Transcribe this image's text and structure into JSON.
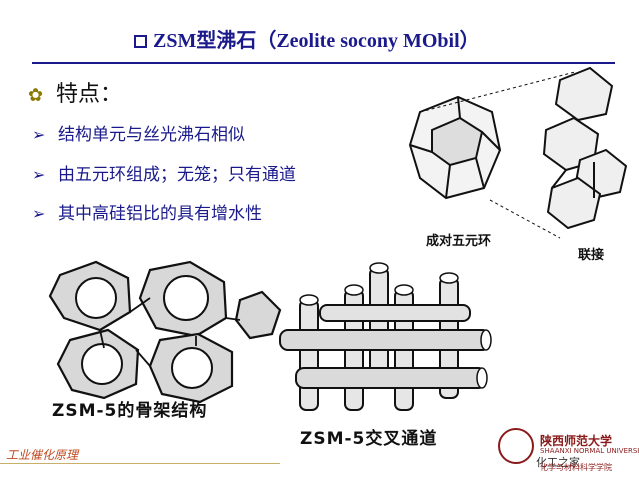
{
  "title": "ZSM型沸石（Zeolite socony MObil）",
  "heading": "特点：",
  "bullets": [
    "结构单元与丝光沸石相似",
    "由五元环组成；无笼；只有通道",
    "其中高硅铝比的具有增水性"
  ],
  "captions": {
    "pair_rings": "成对五元环",
    "linked": "联接",
    "framework": "ZSM-5的骨架结构",
    "channels": "ZSM-5交叉通道"
  },
  "footer": {
    "left_text": "工业催化原理",
    "university": "陕西师范大学",
    "university_en": "SHAANXI NORMAL UNIVERSITY",
    "department": "化学与材料科学学院",
    "watermark": "化工之家"
  },
  "colors": {
    "title": "#1a1a8c",
    "bullet": "#1a1a8c",
    "university": "#8b1a1a"
  }
}
